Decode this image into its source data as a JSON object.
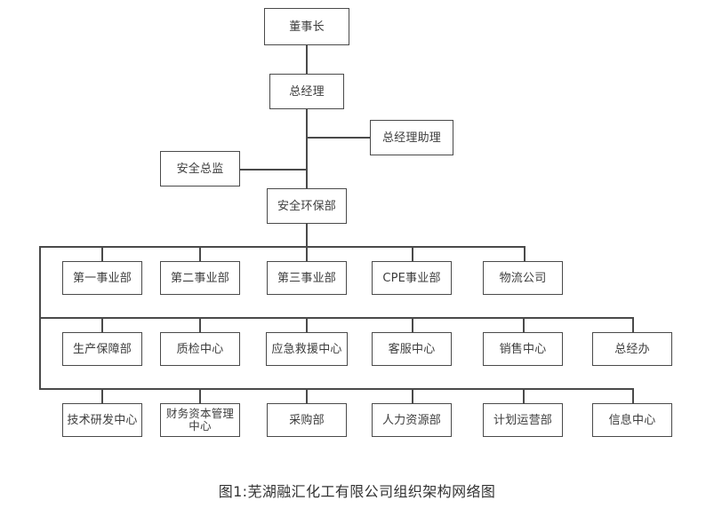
{
  "figure": {
    "caption": "图1:芜湖融汇化工有限公司组织架构网络图"
  },
  "chart_data": {
    "type": "diagram",
    "diagram_type": "organization-chart",
    "title": "图1:芜湖融汇化工有限公司组织架构网络图",
    "orientation": "top-down",
    "levels": [
      {
        "level": 0,
        "nodes": [
          "董事长"
        ]
      },
      {
        "level": 1,
        "nodes": [
          "总经理"
        ]
      },
      {
        "level": 2,
        "nodes": [
          "总经理助理",
          "安全总监"
        ]
      },
      {
        "level": 3,
        "nodes": [
          "安全环保部"
        ]
      },
      {
        "level": 4,
        "nodes": [
          "第一事业部",
          "第二事业部",
          "第三事业部",
          "CPE事业部",
          "物流公司"
        ]
      },
      {
        "level": 5,
        "nodes": [
          "生产保障部",
          "质检中心",
          "应急救援中心",
          "客服中心",
          "销售中心",
          "总经办"
        ]
      },
      {
        "level": 6,
        "nodes": [
          "技术研发中心",
          "财务资本管理中心",
          "采购部",
          "人力资源部",
          "计划运营部",
          "信息中心"
        ]
      }
    ],
    "edges": [
      [
        "董事长",
        "总经理"
      ],
      [
        "总经理",
        "总经理助理"
      ],
      [
        "总经理",
        "安全总监"
      ],
      [
        "总经理",
        "安全环保部"
      ],
      [
        "安全环保部",
        "第一事业部"
      ],
      [
        "安全环保部",
        "第二事业部"
      ],
      [
        "安全环保部",
        "第三事业部"
      ],
      [
        "安全环保部",
        "CPE事业部"
      ],
      [
        "安全环保部",
        "物流公司"
      ],
      [
        "安全环保部",
        "生产保障部"
      ],
      [
        "安全环保部",
        "质检中心"
      ],
      [
        "安全环保部",
        "应急救援中心"
      ],
      [
        "安全环保部",
        "客服中心"
      ],
      [
        "安全环保部",
        "销售中心"
      ],
      [
        "安全环保部",
        "总经办"
      ],
      [
        "安全环保部",
        "技术研发中心"
      ],
      [
        "安全环保部",
        "财务资本管理中心"
      ],
      [
        "安全环保部",
        "采购部"
      ],
      [
        "安全环保部",
        "人力资源部"
      ],
      [
        "安全环保部",
        "计划运营部"
      ],
      [
        "安全环保部",
        "信息中心"
      ]
    ],
    "line_color": "#4a4a4a",
    "node_fill": "#ffffff",
    "text_color": "#3d3d3d"
  },
  "nodes": {
    "chairman": "董事长",
    "general_manager": "总经理",
    "gm_assistant": "总经理助理",
    "safety_director": "安全总监",
    "safety_env_dept": "安全环保部",
    "division_1": "第一事业部",
    "division_2": "第二事业部",
    "division_3": "第三事业部",
    "division_cpe": "CPE事业部",
    "logistics_company": "物流公司",
    "production_support": "生产保障部",
    "quality_center": "质检中心",
    "emergency_rescue_center": "应急救援中心",
    "customer_service_center": "客服中心",
    "sales_center": "销售中心",
    "gm_office": "总经办",
    "tech_rnd_center": "技术研发中心",
    "finance_capital_center": "财务资本管理中心",
    "purchasing_dept": "采购部",
    "hr_dept": "人力资源部",
    "planning_operations_dept": "计划运营部",
    "information_center": "信息中心"
  }
}
